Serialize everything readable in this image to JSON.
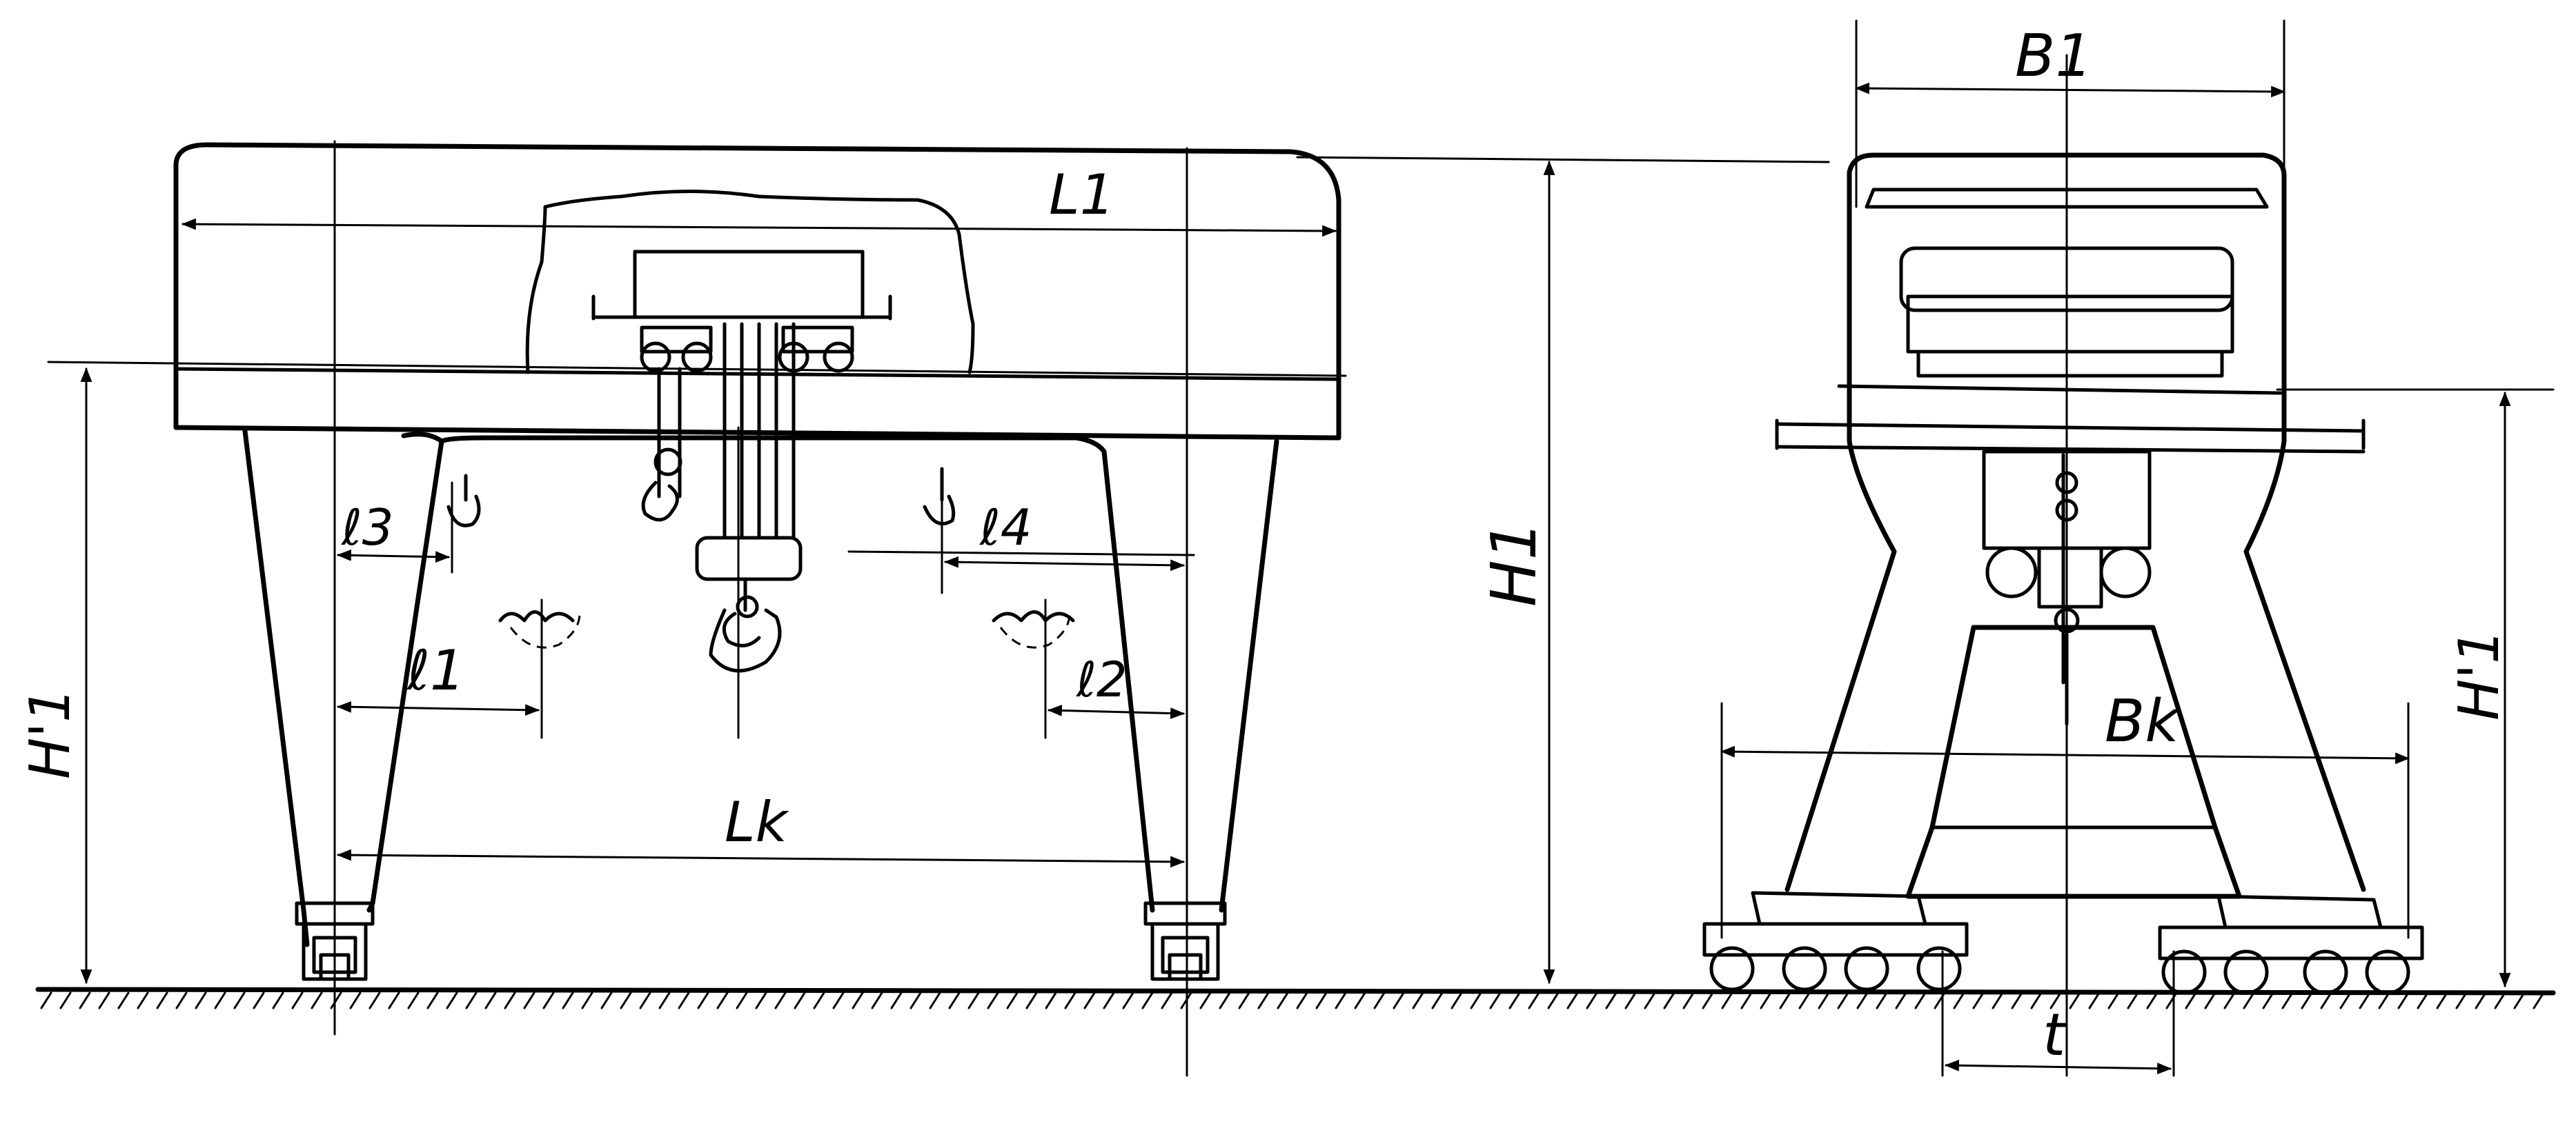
{
  "labels": {
    "L1": "L1",
    "Lk": "Lk",
    "l1": "ℓ1",
    "l2": "ℓ2",
    "l3": "ℓ3",
    "l4": "ℓ4",
    "H1": "H1",
    "H1_prime_left": "H'1",
    "H1_prime_right": "H'1",
    "B1": "B1",
    "Bk": "Bk",
    "t": "t"
  },
  "colors": {
    "ink": "#000000",
    "paper": "#ffffff"
  }
}
